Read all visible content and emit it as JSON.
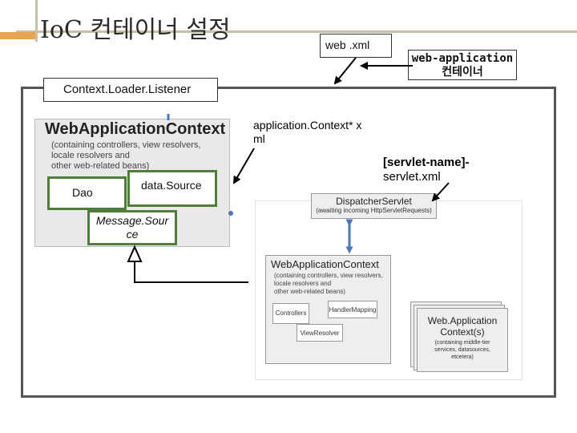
{
  "slide": {
    "title": "IoC 컨테이너 설정",
    "web_xml": "web .xml",
    "web_app_container": [
      "web-application",
      "컨테이너"
    ],
    "context_loader_listener": "Context.Loader.Listener",
    "application_context_xml": [
      "application.Context* x",
      "ml"
    ],
    "servlet_xml": [
      "[servlet-name]-",
      "servlet.xml"
    ]
  },
  "root_context": {
    "heading": "WebApplicationContext",
    "description": [
      "(containing controllers, view resolvers,",
      "locale resolvers and",
      "other web-related beans)"
    ],
    "dao": "Dao",
    "data_source": "data.Source",
    "message_source": [
      "Message.Sour",
      "ce"
    ]
  },
  "dispatcher": {
    "title": "DispatcherServlet",
    "subtitle": "(awaiting incoming HttpServletRequests)",
    "context_heading": "WebApplicationContext",
    "context_description": [
      "(containing controllers, view resolvers,",
      "locale resolvers and",
      "other web-related beans)"
    ],
    "controllers": "Controllers",
    "handler_mapping": "HandlerMapping",
    "view_resolver": "ViewResolver",
    "child_heading": [
      "Web.Application",
      "Context(s)"
    ],
    "child_description": [
      "(containing middle-tier",
      "services, datasources,",
      "etcetera)"
    ]
  },
  "colors": {
    "accent_orange": "#e7a552",
    "rule": "#c9c0a4",
    "green_border": "#4f7e3a",
    "blue_arrow": "#4a78c0"
  }
}
